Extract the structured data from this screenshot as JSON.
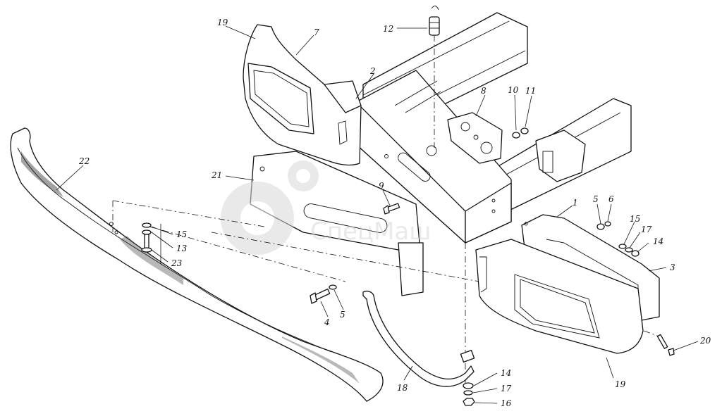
{
  "watermark": {
    "text": "СпецМаш",
    "color": "#d0d0d0"
  },
  "callouts": [
    {
      "id": "c19a",
      "label": "19"
    },
    {
      "id": "c7",
      "label": "7"
    },
    {
      "id": "c12",
      "label": "12"
    },
    {
      "id": "c2",
      "label": "2"
    },
    {
      "id": "c8",
      "label": "8"
    },
    {
      "id": "c10",
      "label": "10"
    },
    {
      "id": "c11",
      "label": "11"
    },
    {
      "id": "c22",
      "label": "22"
    },
    {
      "id": "c21",
      "label": "21"
    },
    {
      "id": "c9",
      "label": "9"
    },
    {
      "id": "c1",
      "label": "1"
    },
    {
      "id": "c5a",
      "label": "5"
    },
    {
      "id": "c6",
      "label": "6"
    },
    {
      "id": "c15a",
      "label": "15"
    },
    {
      "id": "c17a",
      "label": "17"
    },
    {
      "id": "c14a",
      "label": "14"
    },
    {
      "id": "c3",
      "label": "3"
    },
    {
      "id": "c15b",
      "label": "15"
    },
    {
      "id": "c13",
      "label": "13"
    },
    {
      "id": "c23",
      "label": "23"
    },
    {
      "id": "c4",
      "label": "4"
    },
    {
      "id": "c5b",
      "label": "5"
    },
    {
      "id": "c20",
      "label": "20"
    },
    {
      "id": "c18",
      "label": "18"
    },
    {
      "id": "c19b",
      "label": "19"
    },
    {
      "id": "c14b",
      "label": "14"
    },
    {
      "id": "c17b",
      "label": "17"
    },
    {
      "id": "c16",
      "label": "16"
    }
  ]
}
